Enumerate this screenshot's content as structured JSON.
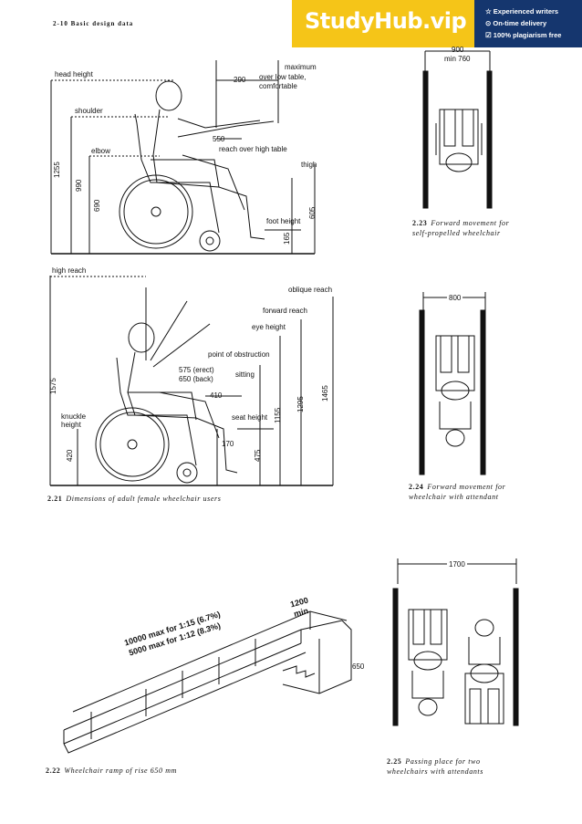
{
  "header": {
    "page_ref": "2-10 Basic design data"
  },
  "ad": {
    "brand": "StudyHub.vip",
    "perks": [
      "☆ Experienced writers",
      "⊙ On-time delivery",
      "☑ 100% plagiarism free"
    ]
  },
  "fig221": {
    "top": {
      "head_height": "head height",
      "shoulder": "shoulder",
      "elbow": "elbow",
      "d1255": "1255",
      "d990": "990",
      "d690": "690",
      "d290": "290",
      "maximum": "maximum",
      "over_low_table": "over low table,",
      "comfortable": "comfortable",
      "d550": "550",
      "reach_high_table": "reach over high table",
      "thigh": "thigh",
      "foot_height": "foot height",
      "d605": "605",
      "d165": "165"
    },
    "bottom": {
      "high_reach": "high reach",
      "oblique_reach": "oblique reach",
      "forward_reach": "forward reach",
      "eye_height": "eye height",
      "point_obstruction": "point of obstruction",
      "erect": "575 (erect)",
      "back": "650 (back)",
      "sitting": "sitting",
      "d410": "410",
      "d1575": "1575",
      "knuckle1": "knuckle",
      "knuckle2": "height",
      "seat_height": "seat height",
      "d1155": "1155",
      "d1295": "1295",
      "d1465": "1465",
      "d170": "170",
      "d420": "420",
      "d475": "475"
    },
    "caption_num": "2.21",
    "caption": "Dimensions of adult female wheelchair users"
  },
  "fig222": {
    "rise": "650",
    "width": "1200",
    "min": "min",
    "slope1": "10000 max for 1:15 (6.7%)",
    "slope2": "5000 max for 1:12 (8.3%)",
    "caption_num": "2.22",
    "caption": "Wheelchair ramp of rise 650 mm"
  },
  "fig223": {
    "w1": "900",
    "w2": "min 760",
    "caption_num": "2.23",
    "caption1": "Forward movement for",
    "caption2": "self-propelled wheelchair"
  },
  "fig224": {
    "w": "800",
    "caption_num": "2.24",
    "caption1": "Forward movement for",
    "caption2": "wheelchair with attendant"
  },
  "fig225": {
    "w": "1700",
    "caption_num": "2.25",
    "caption1": "Passing place for two",
    "caption2": "wheelchairs with attendants"
  }
}
